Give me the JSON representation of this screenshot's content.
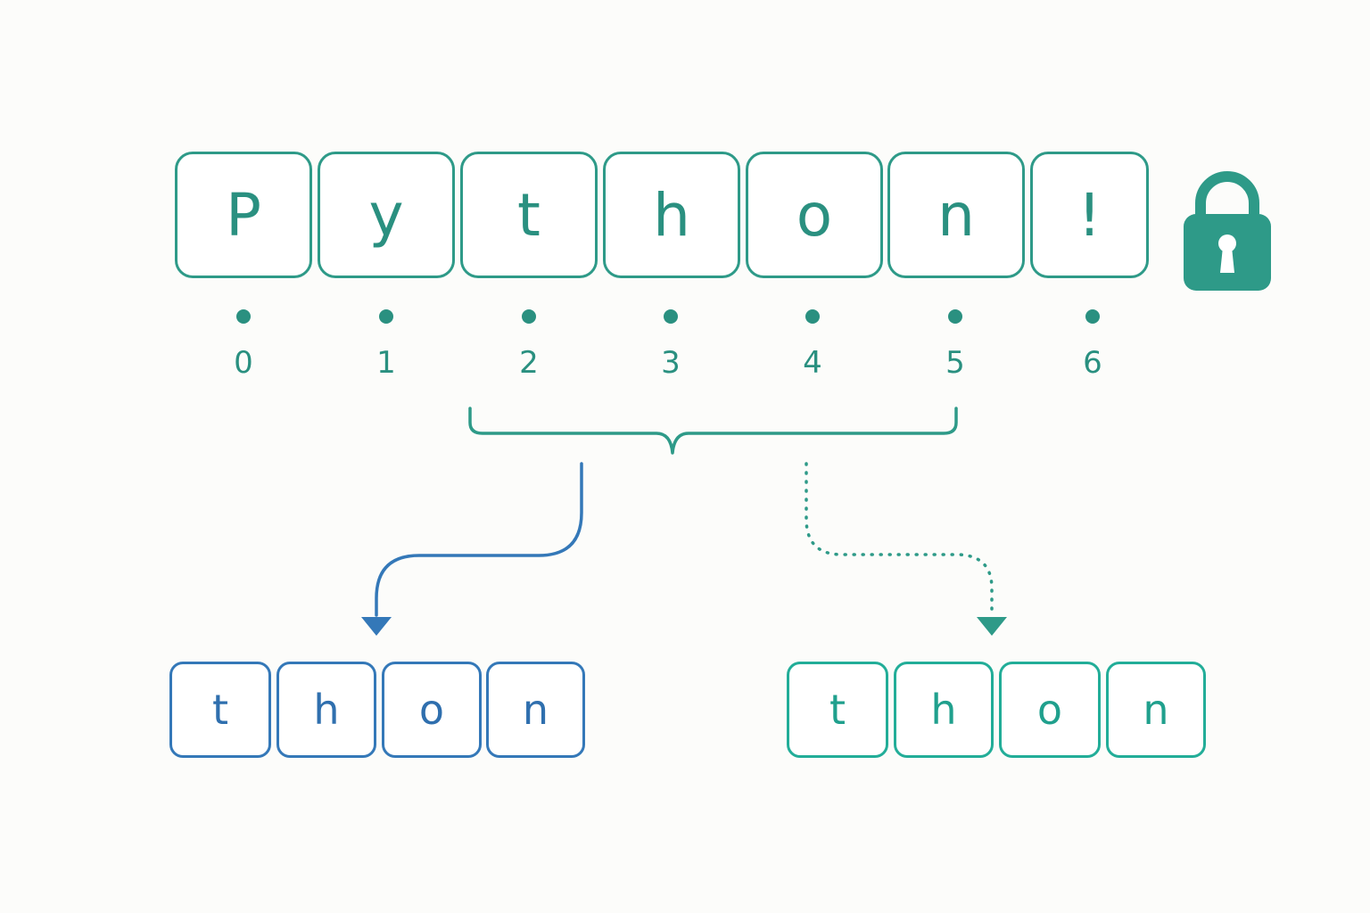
{
  "source_string": {
    "chars": [
      "P",
      "y",
      "t",
      "h",
      "o",
      "n",
      "!"
    ],
    "indices": [
      "0",
      "1",
      "2",
      "3",
      "4",
      "5",
      "6"
    ]
  },
  "results": {
    "left": [
      "t",
      "h",
      "o",
      "n"
    ],
    "right": [
      "t",
      "h",
      "o",
      "n"
    ]
  },
  "icons": {
    "lock": "lock-icon"
  },
  "colors": {
    "teal": "#2e9a88",
    "blue": "#3478b8",
    "aqua": "#22ad98"
  }
}
